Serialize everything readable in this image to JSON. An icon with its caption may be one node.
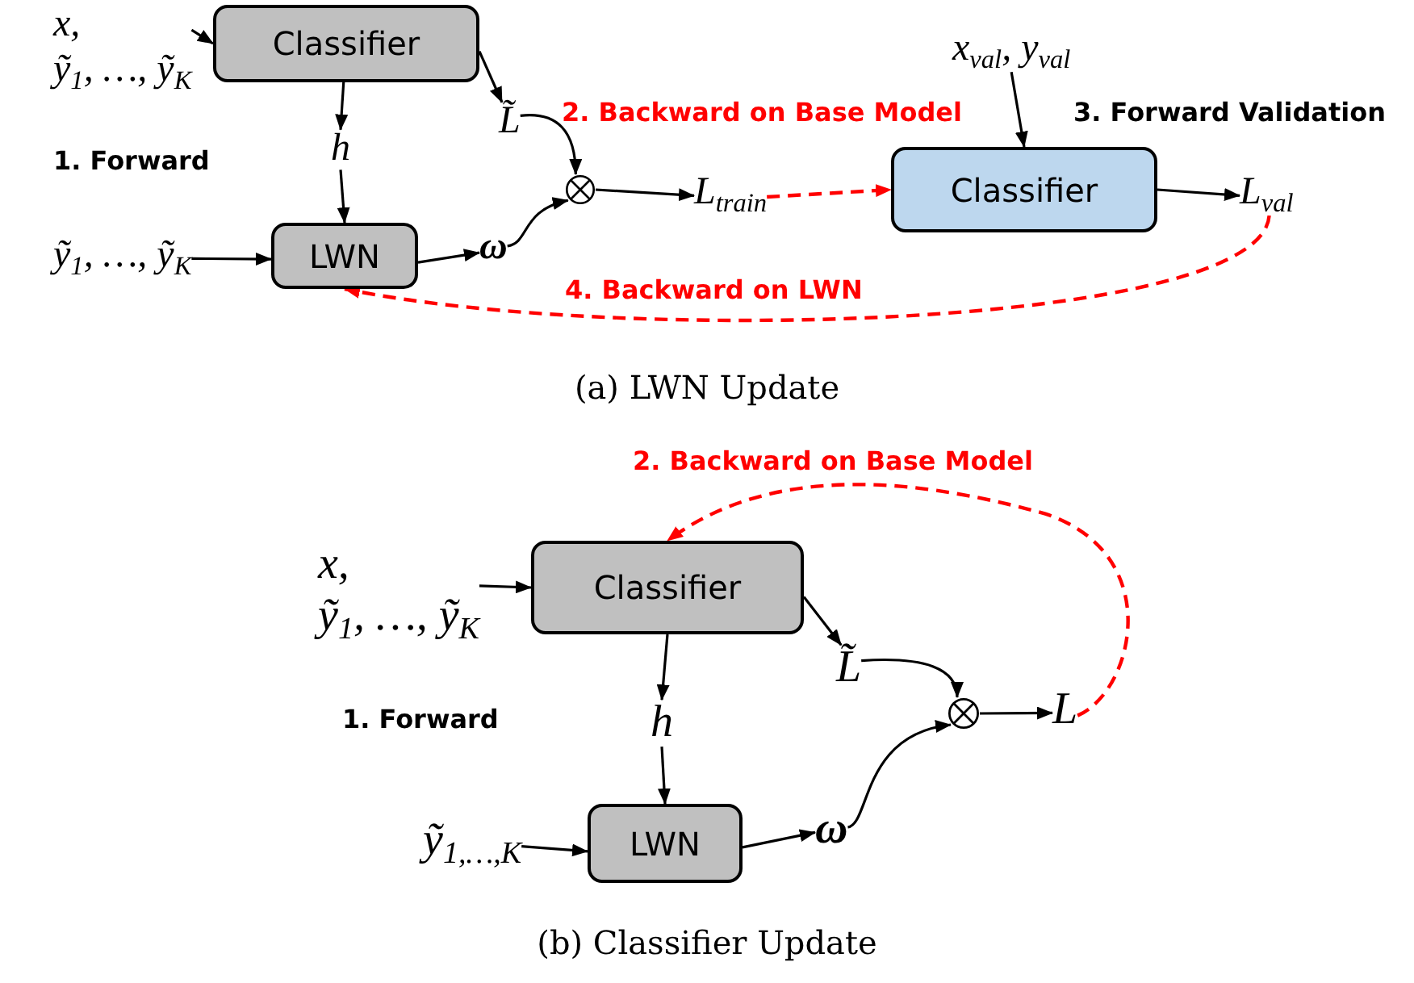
{
  "diagram": {
    "nodes": [
      {
        "text": [
          "x, ỹ$_{1}$, …, ỹ$_{K}$"
        ]
      },
      {
        "text": [
          "Classifier"
        ]
      },
      {
        "text": [
          "L̃"
        ]
      },
      {
        "text": [
          "h"
        ]
      },
      {
        "text": [
          "ỹ$_{1}$, …, ỹ$_{K}$"
        ]
      },
      {
        "text": [
          "LWN"
        ]
      },
      {
        "text": [
          "ω"
        ]
      },
      {
        "text": [],
        "shape": "circle"
      },
      {
        "text": [
          "L$_{train}$"
        ]
      },
      {
        "text": [
          "x$_{val}$, y$_{val}$"
        ]
      },
      {
        "text": [
          "Classifier"
        ]
      },
      {
        "text": [
          "L$_{val}$"
        ]
      },
      {
        "text": [
          "x, ỹ$_{1}$, …, ỹ$_{K}$"
        ]
      },
      {
        "text": [
          "Classifier"
        ]
      },
      {
        "text": [
          "L̃"
        ]
      },
      {
        "text": [
          "h"
        ]
      },
      {
        "text": [
          "ỹ$_{1,…,K}$"
        ]
      },
      {
        "text": [
          "LWN"
        ]
      },
      {
        "text": [
          "ω"
        ]
      },
      {
        "text": [],
        "shape": "circle"
      },
      {
        "text": [
          "L"
        ]
      }
    ],
    "edges": [
      {
        "from": 0,
        "to": 1,
        "arrow": "to"
      },
      {
        "from": 1,
        "to": 2,
        "arrow": "to"
      },
      {
        "from": 1,
        "to": 3,
        "arrow": "to"
      },
      {
        "from": 3,
        "to": 5,
        "arrow": "to"
      },
      {
        "from": 4,
        "to": 5,
        "arrow": "to"
      },
      {
        "from": 5,
        "to": 6,
        "arrow": "to"
      },
      {
        "from": 2,
        "to": 7,
        "arrow": "to"
      },
      {
        "from": 6,
        "to": 7,
        "arrow": "to"
      },
      {
        "from": 7,
        "to": 8,
        "arrow": "to"
      },
      {
        "from": 8,
        "to": 10,
        "arrow": "to",
        "style": "dashed",
        "color": "#ff0000"
      },
      {
        "from": 9,
        "to": 10,
        "arrow": "to"
      },
      {
        "from": 10,
        "to": 11,
        "arrow": "to"
      },
      {
        "from": 11,
        "to": 5,
        "arrow": "to",
        "style": "dashed",
        "color": "#ff0000"
      },
      {
        "from": 12,
        "to": 13,
        "arrow": "to"
      },
      {
        "from": 13,
        "to": 14,
        "arrow": "to"
      },
      {
        "from": 13,
        "to": 15,
        "arrow": "to"
      },
      {
        "from": 15,
        "to": 17,
        "arrow": "to"
      },
      {
        "from": 16,
        "to": 17,
        "arrow": "to"
      },
      {
        "from": 17,
        "to": 18,
        "arrow": "to"
      },
      {
        "from": 14,
        "to": 19,
        "arrow": "to"
      },
      {
        "from": 18,
        "to": 19,
        "arrow": "to"
      },
      {
        "from": 19,
        "to": 20,
        "arrow": "to"
      },
      {
        "from": 20,
        "to": 13,
        "arrow": "to",
        "style": "dashed",
        "color": "#ff0000"
      }
    ],
    "labels": [
      "1. Forward",
      "2. Backward on Base Model",
      "3. Forward Validation",
      "4. Backward on LWN",
      "(a) LWN Update",
      "2. Backward on Base Model",
      "1. Forward",
      "(b) Classifier Update"
    ]
  }
}
